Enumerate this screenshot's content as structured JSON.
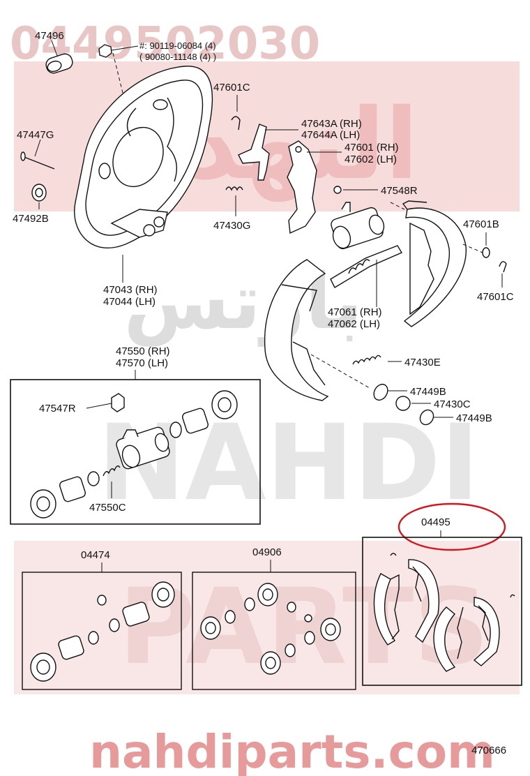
{
  "watermark": {
    "top_code": "0449502030",
    "arabic": "النهدي",
    "arabic_2": "بارتس",
    "brand_1": "NAHDI",
    "brand_2": "PARTS",
    "site": "nahdiparts.com"
  },
  "labels": {
    "p47496": "47496",
    "bolt_1": "#: 90119-06084 (4)",
    "bolt_2": "( 90080-11148 (4) )",
    "p47447g": "47447G",
    "p47492b": "47492B",
    "p47601c_top": "47601C",
    "p47643a": "47643A (RH)",
    "p47644a": "47644A (LH)",
    "p47601": "47601 (RH)",
    "p47602": "47602 (LH)",
    "p47430g": "47430G",
    "p47548r": "47548R",
    "p47601b": "47601B",
    "p47601c_right": "47601C",
    "p47043": "47043 (RH)",
    "p47044": "47044 (LH)",
    "p47061": "47061 (RH)",
    "p47062": "47062 (LH)",
    "p47430e": "47430E",
    "p47449b_1": "47449B",
    "p47430c": "47430C",
    "p47449b_2": "47449B",
    "p47550": "47550 (RH)",
    "p47570": "47570 (LH)",
    "p47547r": "47547R",
    "p47550c": "47550C",
    "kit04474": "04474",
    "kit04906": "04906",
    "kit04495": "04495",
    "diagram_no": "470666"
  },
  "colors": {
    "watermark_pink": "#e79a9a",
    "band_pink": "#f7dcdc",
    "highlight_red": "#d8141c"
  }
}
